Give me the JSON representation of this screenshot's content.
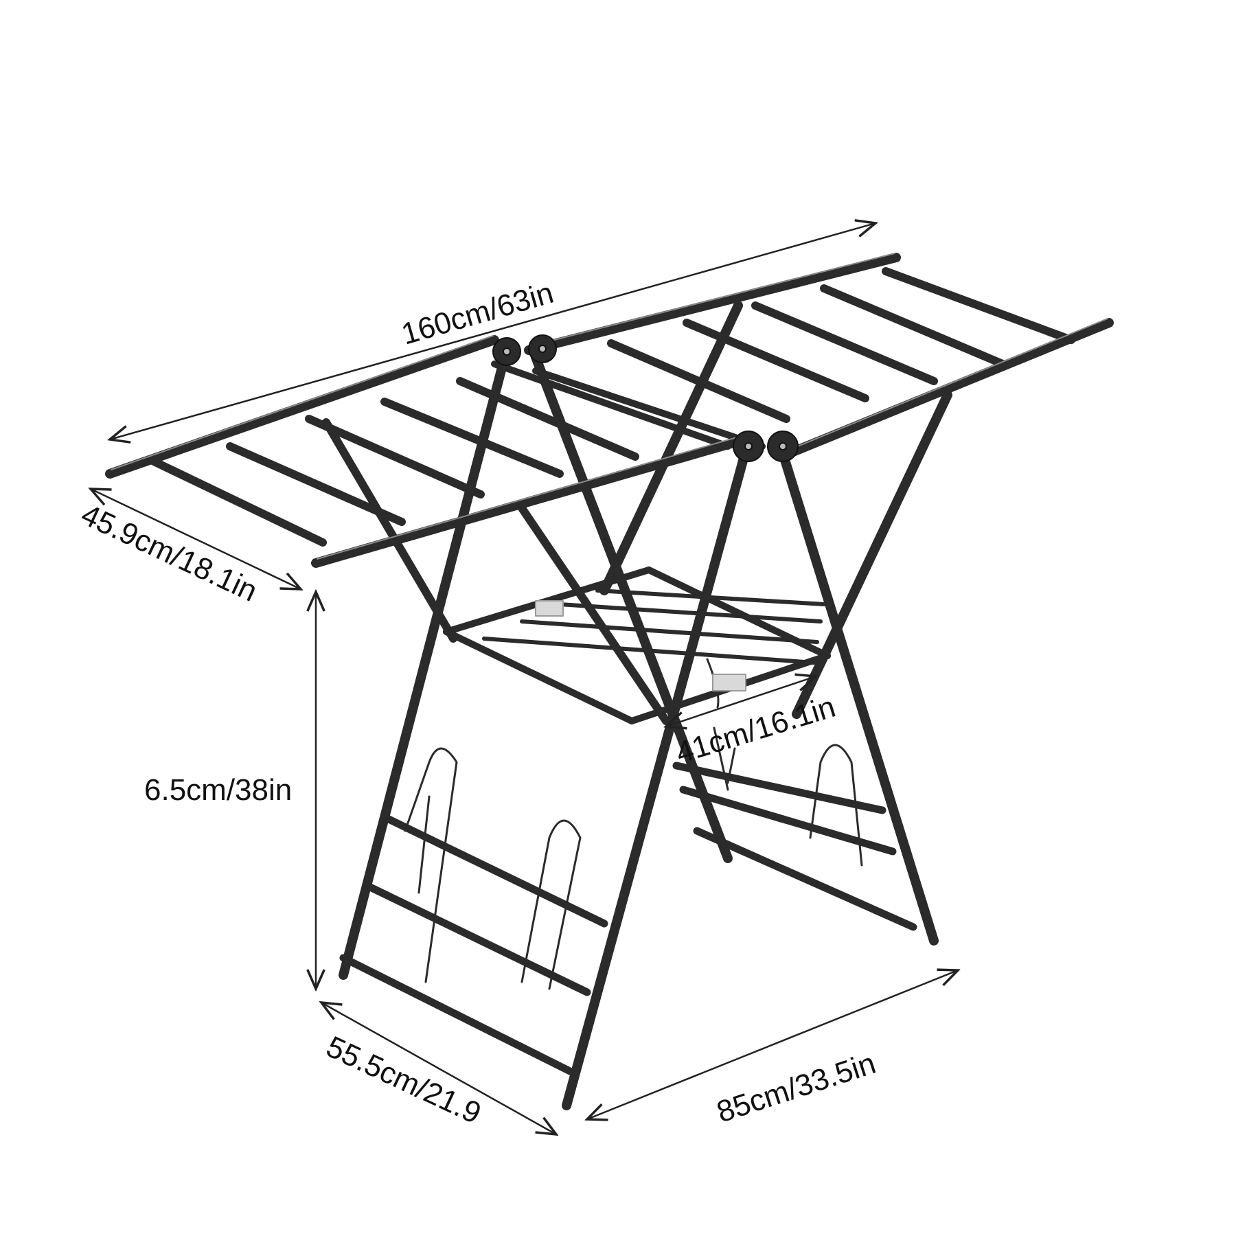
{
  "dimensions": {
    "length": "160cm/63in",
    "top_width": "45.9cm/18.1in",
    "height": "6.5cm/38in",
    "middle_width": "41cm/16.1in",
    "base_depth": "55.5cm/21.9",
    "base_width": "85cm/33.5in"
  },
  "colors": {
    "frame": "#2b2b2b",
    "frame_highlight": "#8a8a8a",
    "arrow": "#222222",
    "clip": "#d9d9d9"
  }
}
